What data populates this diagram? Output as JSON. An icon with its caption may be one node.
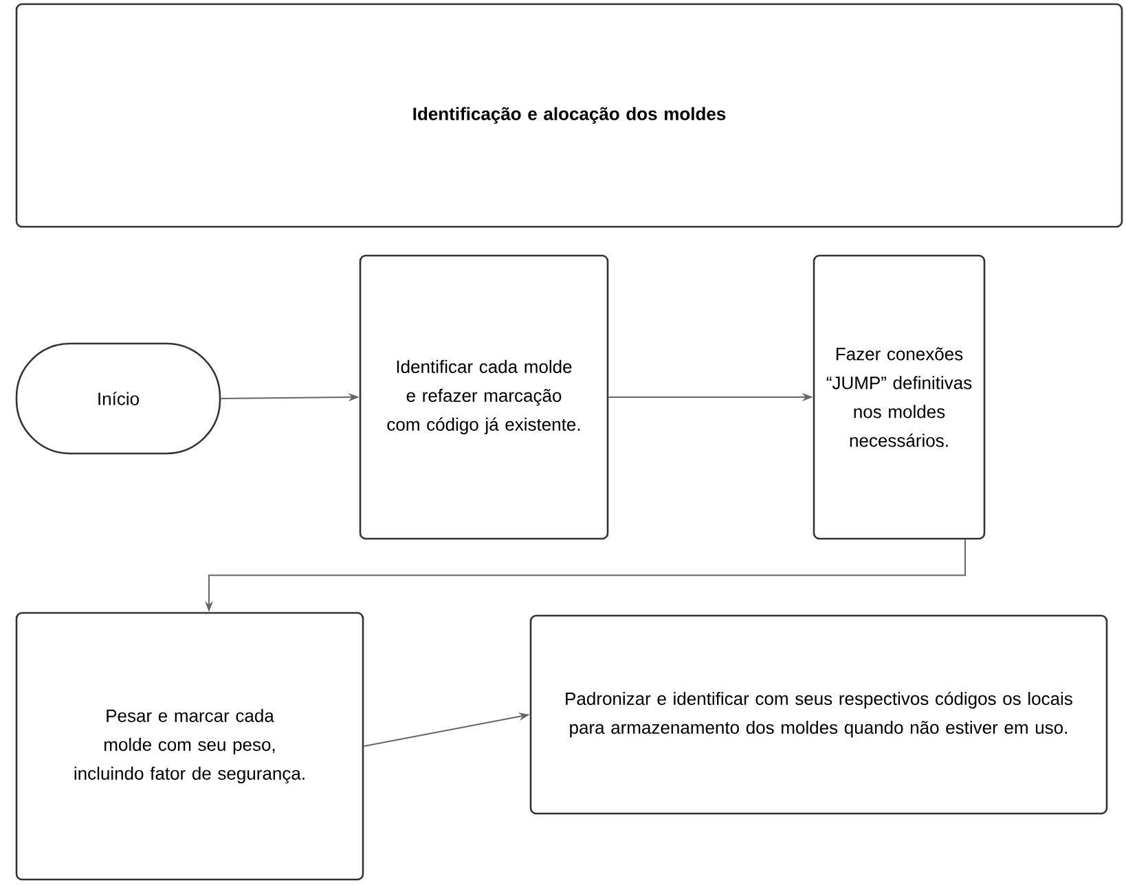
{
  "diagram": {
    "nodes": [
      {
        "text": [
          "Identificação e alocação dos moldes"
        ]
      },
      {
        "text": [
          "Início"
        ]
      },
      {
        "text": [
          "Identificar cada molde e refazer marcação com código já existente."
        ]
      },
      {
        "text": [
          "Fazer conexões “JUMP” definitivas nos moldes necessários."
        ]
      },
      {
        "text": [
          "Pesar e marcar cada molde com seu peso, incluindo fator de segurança."
        ]
      },
      {
        "text": [
          "Padronizar e identificar com seus respectivos códigos os locais para armazenamento dos moldes quando não estiver em uso."
        ]
      }
    ],
    "edges": [
      {
        "from": 1,
        "to": 2,
        "arrow": "to"
      },
      {
        "from": 2,
        "to": 3,
        "arrow": "to"
      },
      {
        "from": 3,
        "to": 4,
        "arrow": "to"
      },
      {
        "from": 4,
        "to": 5,
        "arrow": "to"
      }
    ]
  }
}
